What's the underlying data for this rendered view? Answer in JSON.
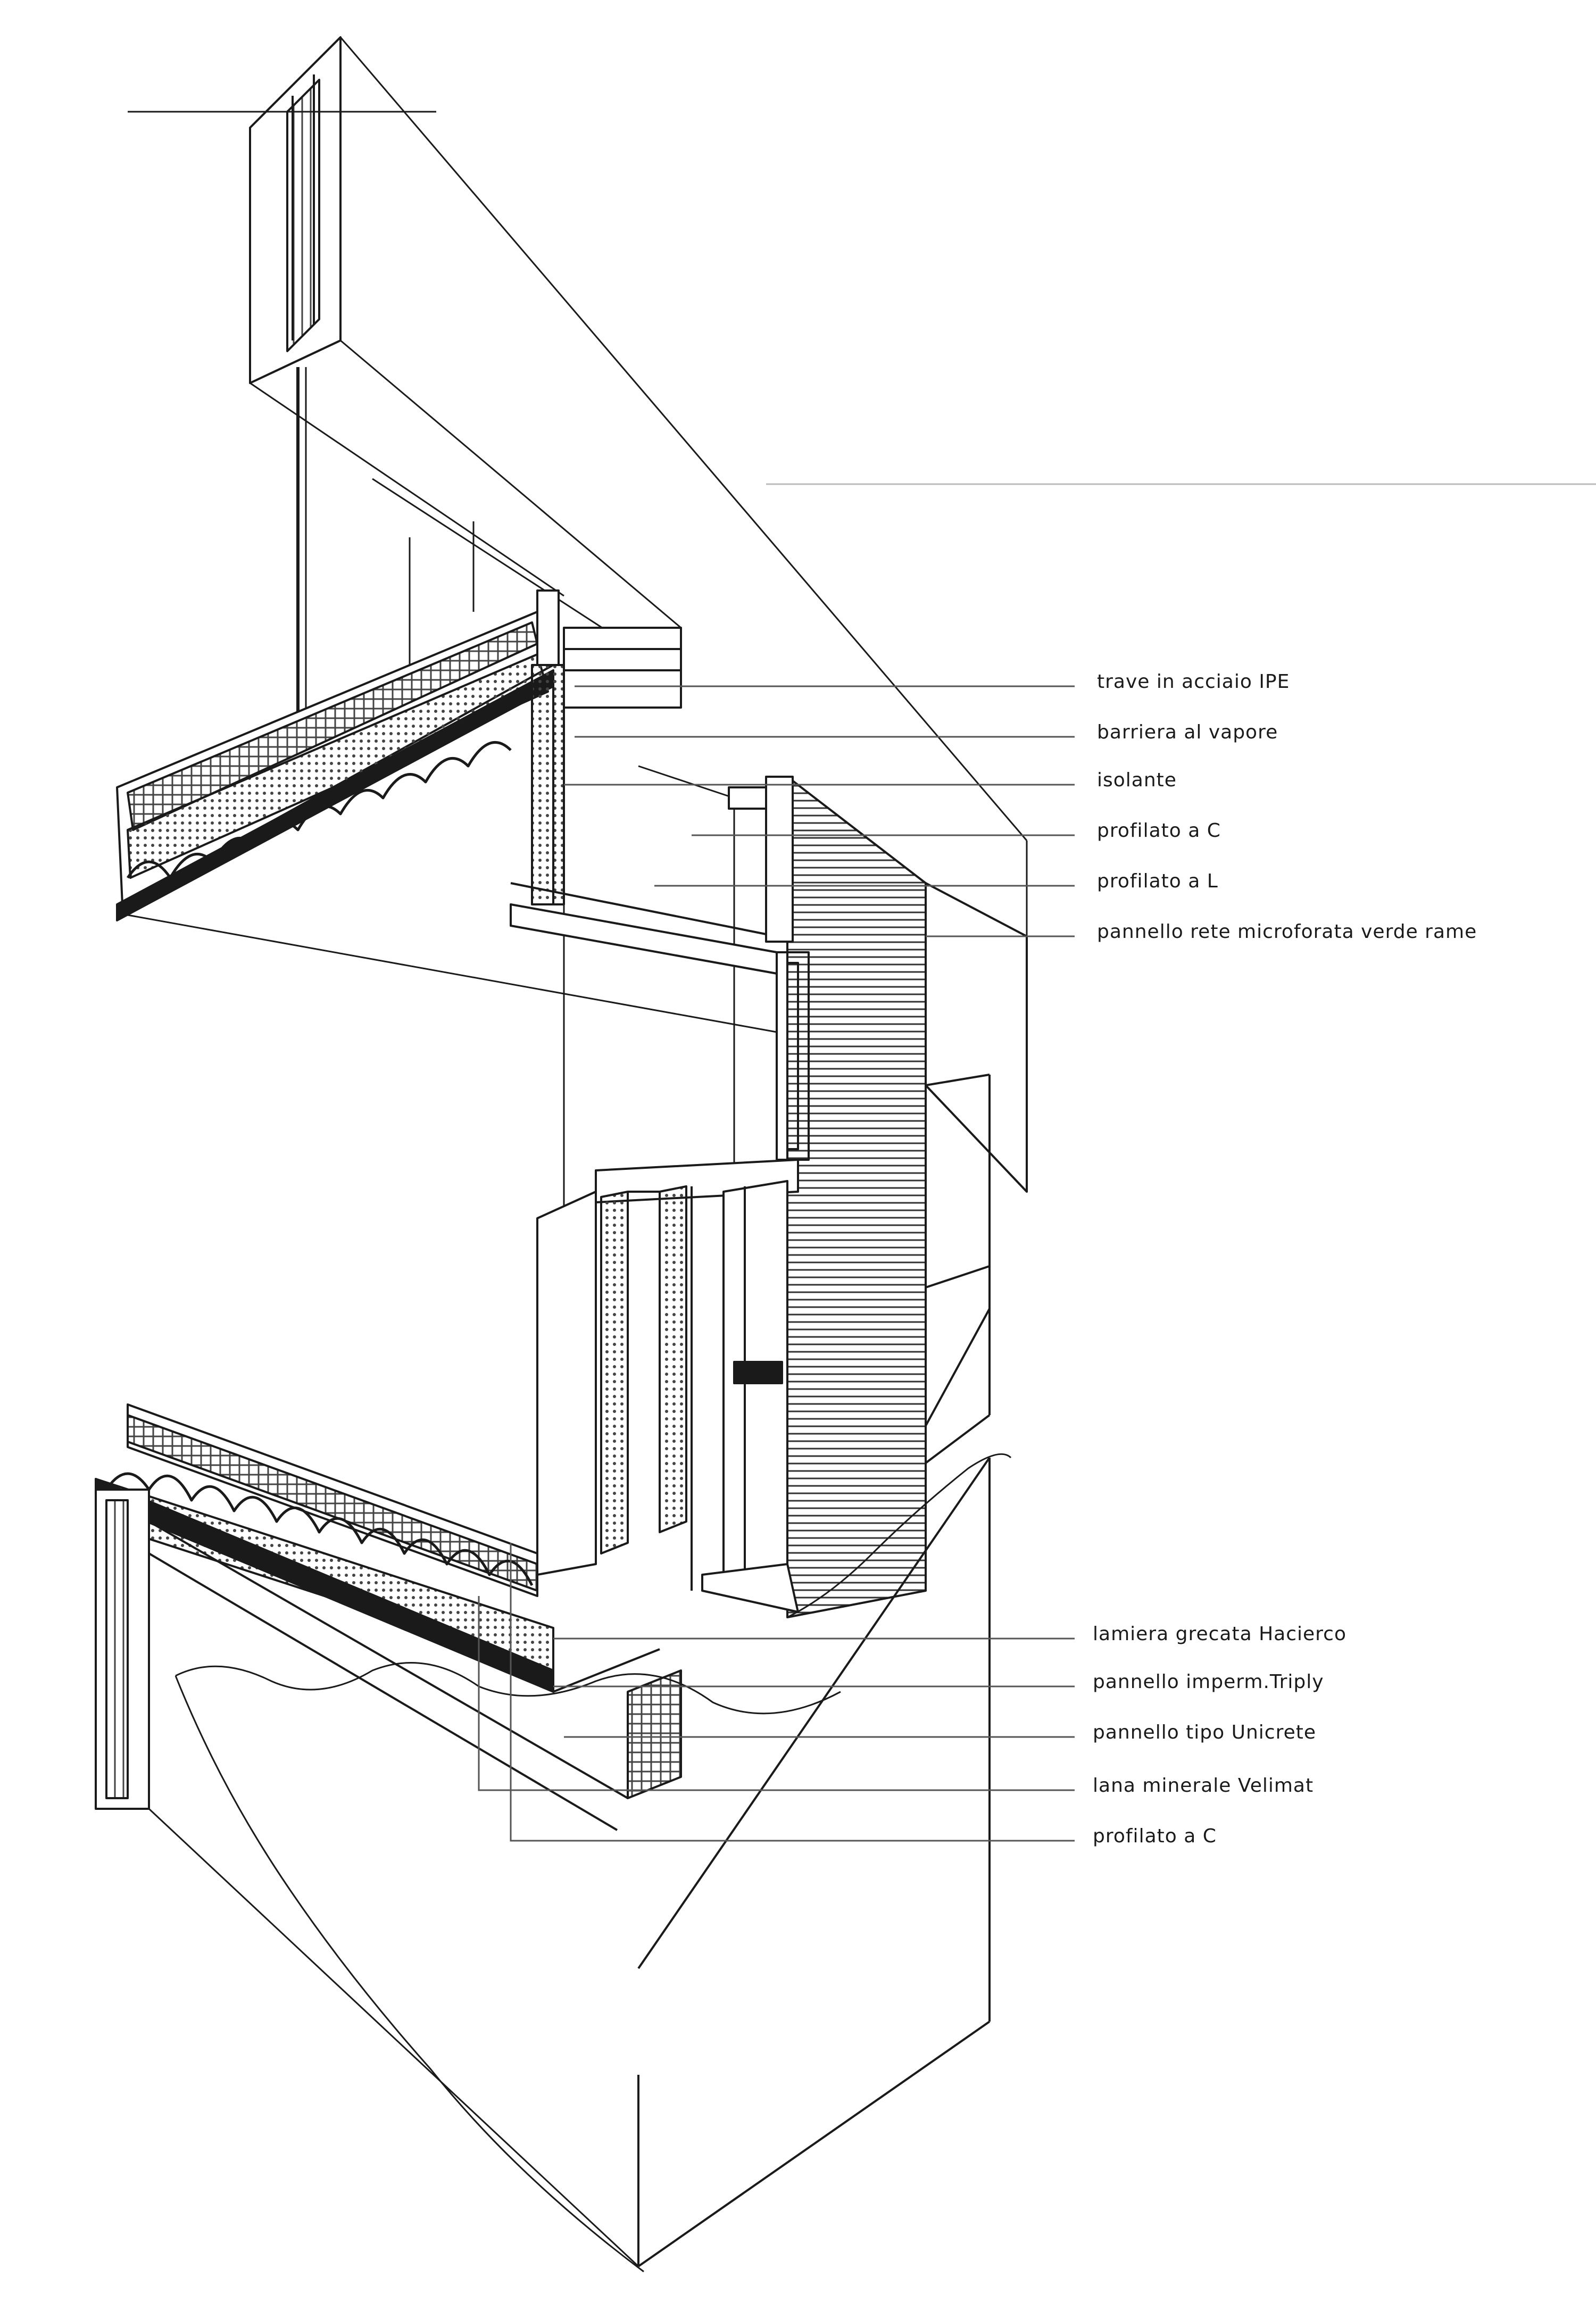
{
  "colors": {
    "ink": "#1a1a1a",
    "leader": "#555555",
    "hatch": "#444444",
    "background": "#ffffff"
  },
  "labels_upper": [
    {
      "id": "trave-ipe",
      "text": "trave in acciaio IPE"
    },
    {
      "id": "barriera-vapore",
      "text": "barriera al vapore"
    },
    {
      "id": "isolante",
      "text": "isolante"
    },
    {
      "id": "profilato-c-upper",
      "text": "profilato a C"
    },
    {
      "id": "profilato-l",
      "text": "profilato a L"
    },
    {
      "id": "pannello-rete",
      "text": "pannello rete microforata verde rame"
    }
  ],
  "labels_lower": [
    {
      "id": "lamiera-grecata",
      "text": "lamiera grecata Hacierco"
    },
    {
      "id": "pannello-triply",
      "text": "pannello imperm.Triply"
    },
    {
      "id": "pannello-unicrete",
      "text": "pannello tipo Unicrete"
    },
    {
      "id": "lana-minerale",
      "text": "lana minerale Velimat"
    },
    {
      "id": "profilato-c-lower",
      "text": "profilato a C"
    }
  ]
}
